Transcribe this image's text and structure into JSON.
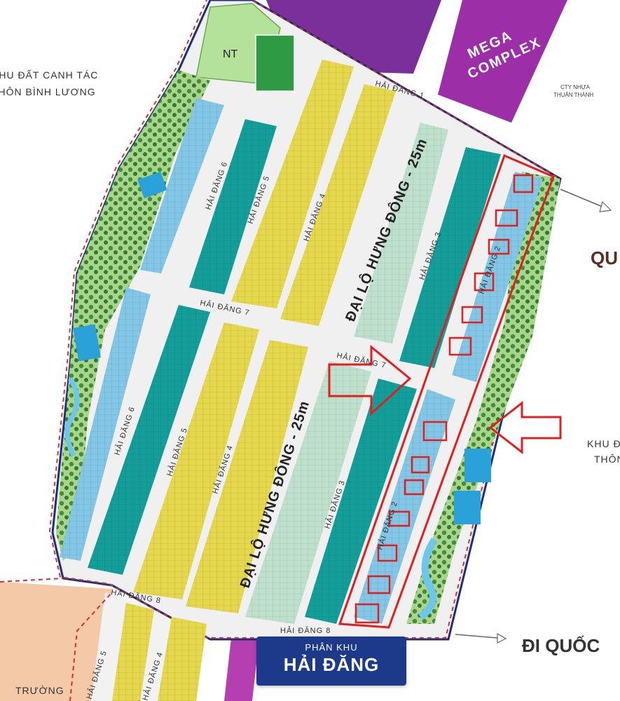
{
  "labels": {
    "nt": "NT",
    "mega_complex_line1": "MEGA",
    "mega_complex_line2": "COMPLEX",
    "left_area_line1": "KHU ĐẤT CANH TÁC",
    "left_area_line2": "THÔN BÌNH LƯƠNG",
    "cty": "CTY NHỰA",
    "cty2": "THUẬN THÀNH",
    "right_area_line1": "KHU Đ",
    "right_area_line2": "THÔN",
    "right_edge_q": "QU",
    "di_quoc": "ĐI QUỐC",
    "truong": "TRƯỜNG"
  },
  "roads": {
    "main_upper": "ĐẠI LỘ HƯNG ĐÔNG - 25m",
    "main_lower": "ĐẠI LỘ HƯNG ĐÔNG - 25m",
    "hd1": "HẢI ĐĂNG 1",
    "hd2_upper": "HẢI ĐĂNG 2",
    "hd2_lower": "HẢI ĐĂNG 2",
    "hd3_upper": "HẢI ĐĂNG 3",
    "hd3_lower": "HẢI ĐĂNG 3",
    "hd4_upper": "HẢI ĐĂNG 4",
    "hd4_lower": "HẢI ĐĂNG 4",
    "hd4_bottom": "HẢI ĐĂNG 4",
    "hd5_upper": "HẢI ĐĂNG 5",
    "hd5_lower": "HẢI ĐĂNG 5",
    "hd5_bottom": "HẢI ĐĂNG 5",
    "hd6_upper": "HẢI ĐĂNG 6",
    "hd6_lower": "HẢI ĐĂNG 6",
    "hd7_left": "HẢI ĐĂNG 7",
    "hd7_right": "HẢI ĐĂNG 7",
    "hd8_left": "HẢI ĐĂNG 8",
    "hd8_bottom": "HẢI ĐĂNG 8"
  },
  "badge": {
    "subtitle": "PHÂN KHU",
    "title": "HẢI ĐĂNG"
  },
  "colors": {
    "teal_block": "#139e9a",
    "yellow_block": "#e6d84e",
    "blue_block": "#7fc3e6",
    "lightgreen_block": "#b5dcc4",
    "green_park": "#3f9a4a",
    "purple": "#8a2e9c",
    "highlight_red": "#e02020",
    "badge": "#1d3a8a"
  }
}
